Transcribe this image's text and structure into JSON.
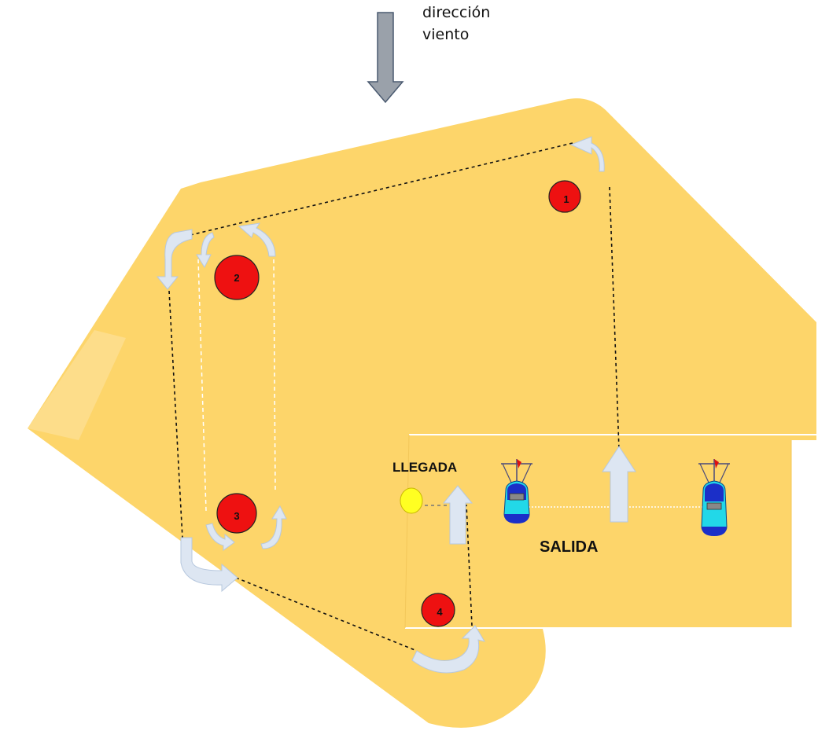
{
  "wind": {
    "label_line1": "dirección",
    "label_line2": "viento",
    "icon": "down-arrow-icon"
  },
  "marks": [
    {
      "id": "1",
      "label": "1"
    },
    {
      "id": "2",
      "label": "2"
    },
    {
      "id": "3",
      "label": "3"
    },
    {
      "id": "4",
      "label": "4"
    }
  ],
  "labels": {
    "finish": "LLEGADA",
    "start": "SALIDA"
  },
  "colors": {
    "water": "#fdd56a",
    "mark": "#ee1111",
    "finish_buoy": "#ffff22",
    "course_arrow": "#dde6f2",
    "wind_arrow": "#9aa1aa"
  }
}
